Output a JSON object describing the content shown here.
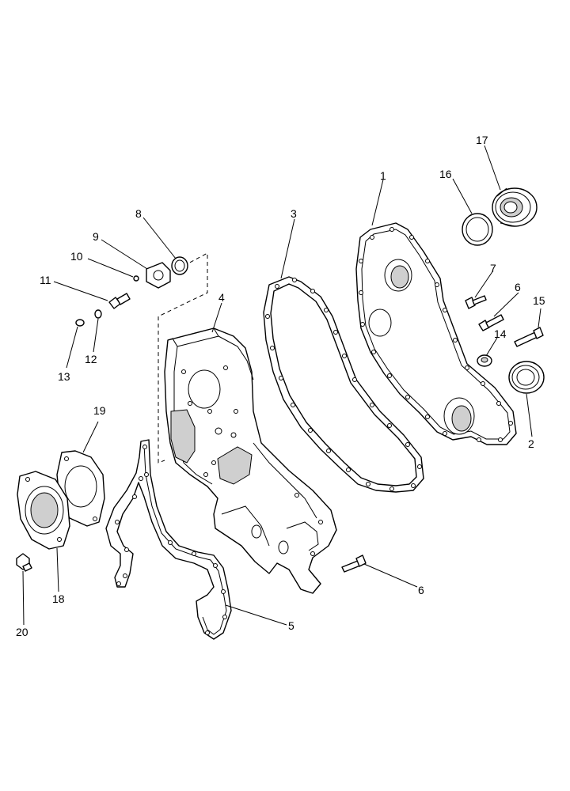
{
  "callouts": [
    {
      "id": "1",
      "label": "1"
    },
    {
      "id": "2",
      "label": "2"
    },
    {
      "id": "3",
      "label": "3"
    },
    {
      "id": "4",
      "label": "4"
    },
    {
      "id": "5",
      "label": "5"
    },
    {
      "id": "6a",
      "label": "6"
    },
    {
      "id": "6b",
      "label": "6"
    },
    {
      "id": "7",
      "label": "7"
    },
    {
      "id": "8",
      "label": "8"
    },
    {
      "id": "9",
      "label": "9"
    },
    {
      "id": "10",
      "label": "10"
    },
    {
      "id": "11",
      "label": "11"
    },
    {
      "id": "12",
      "label": "12"
    },
    {
      "id": "13",
      "label": "13"
    },
    {
      "id": "14",
      "label": "14"
    },
    {
      "id": "15",
      "label": "15"
    },
    {
      "id": "16",
      "label": "16"
    },
    {
      "id": "17",
      "label": "17"
    },
    {
      "id": "18",
      "label": "18"
    },
    {
      "id": "19",
      "label": "19"
    },
    {
      "id": "20",
      "label": "20"
    }
  ]
}
